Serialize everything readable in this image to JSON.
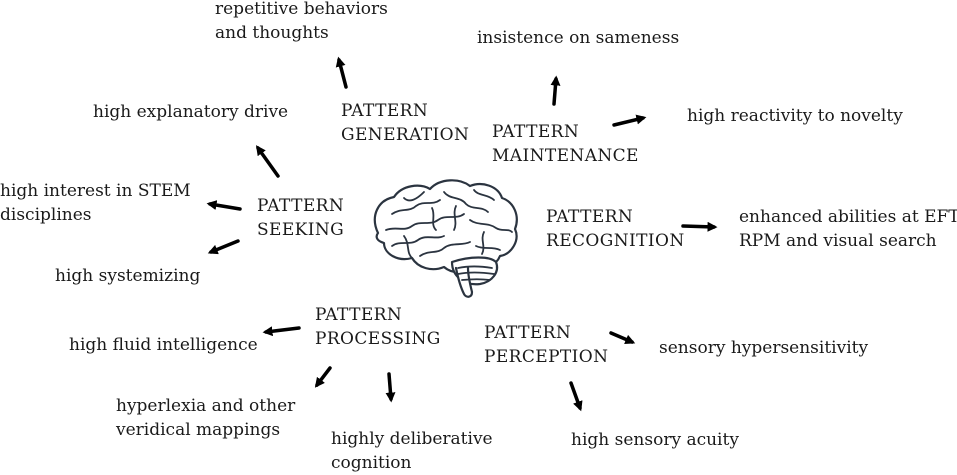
{
  "hubs": {
    "generation": {
      "line1": "PATTERN",
      "line2": "GENERATION"
    },
    "maintenance": {
      "line1": "PATTERN",
      "line2": "MAINTENANCE"
    },
    "seeking": {
      "line1": "PATTERN",
      "line2": "SEEKING"
    },
    "recognition": {
      "line1": "PATTERN",
      "line2": "RECOGNITION"
    },
    "processing": {
      "line1": "PATTERN",
      "line2": "PROCESSING"
    },
    "perception": {
      "line1": "PATTERN",
      "line2": "PERCEPTION"
    }
  },
  "traits": {
    "repetitive": {
      "line1": "repetitive behaviors",
      "line2": "and thoughts"
    },
    "sameness": "insistence on sameness",
    "novelty": "high reactivity to novelty",
    "explanatory": "high explanatory drive",
    "stem": {
      "line1": "high interest in STEM",
      "line2": "disciplines"
    },
    "systemizing": "high systemizing",
    "enhanced": {
      "line1": "enhanced abilities at EFT,",
      "line2": "RPM and visual search"
    },
    "fluid": "high fluid intelligence",
    "hyperlexia": {
      "line1": "hyperlexia and other",
      "line2": "veridical mappings"
    },
    "deliberative": {
      "line1": "highly deliberative",
      "line2": "cognition"
    },
    "hypersensitivity": "sensory hypersensitivity",
    "acuity": "high sensory acuity"
  },
  "icons": {
    "center": "brain-icon",
    "connector": "arrow-icon"
  },
  "colors": {
    "text": "#1a1a1a",
    "arrow": "#000000",
    "brain_stroke": "#2b3440",
    "brain_fill": "#ffffff"
  }
}
